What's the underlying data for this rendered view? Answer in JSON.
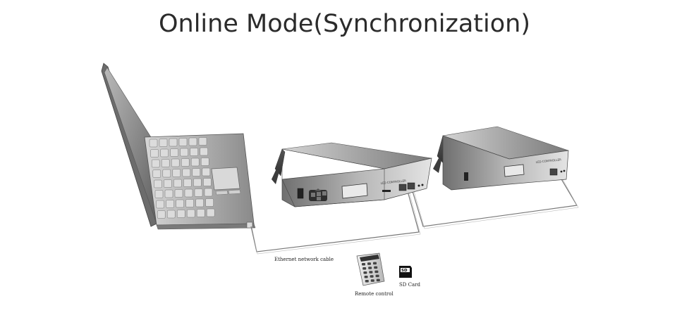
{
  "title": "Online Mode(Synchronization)",
  "labels": {
    "cable": "Ethernet network cable",
    "remote": "Remote control",
    "sd": "SD Card",
    "sd_badge": "SD",
    "controller_main": "LED CONTROLLER",
    "controller_second": "LED CONTROLLER"
  }
}
